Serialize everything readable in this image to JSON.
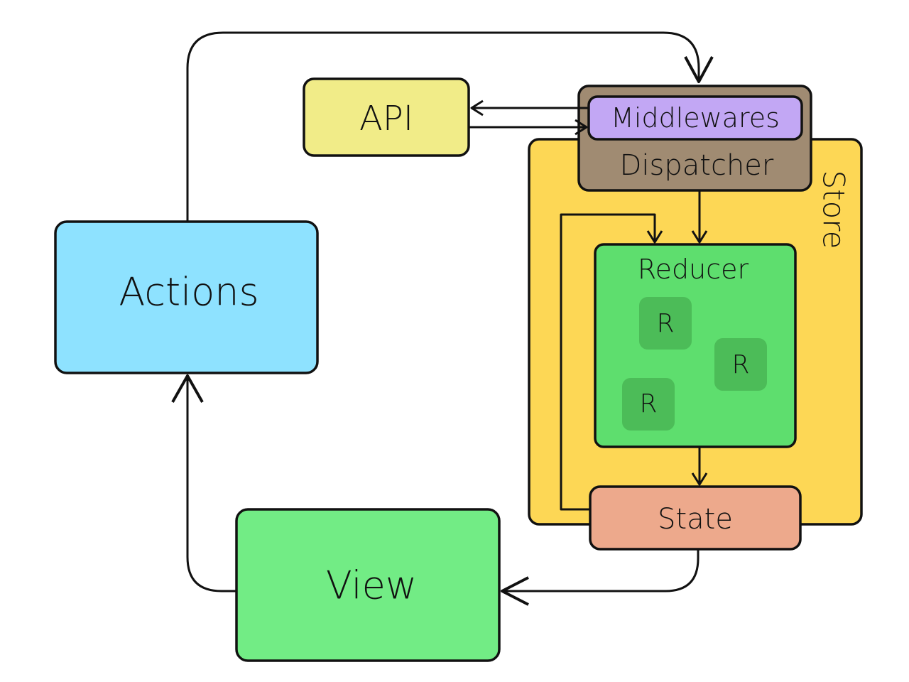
{
  "colors": {
    "actions": "#8EE2FF",
    "view": "#72EC85",
    "api": "#F1EC88",
    "store": "#FDD755",
    "dispatcher": "#A08B72",
    "middlewares": "#C2A7F4",
    "reducer": "#5EDE6E",
    "reducer_item": "#4CBC58",
    "state": "#EDA98C",
    "stroke": "#111111"
  },
  "nodes": {
    "actions": {
      "label": "Actions"
    },
    "view": {
      "label": "View"
    },
    "api": {
      "label": "API"
    },
    "store": {
      "label": "Store"
    },
    "dispatcher": {
      "label": "Dispatcher"
    },
    "middlewares": {
      "label": "Middlewares"
    },
    "reducer": {
      "label": "Reducer"
    },
    "reducer_items": [
      {
        "label": "R"
      },
      {
        "label": "R"
      },
      {
        "label": "R"
      }
    ],
    "state": {
      "label": "State"
    }
  },
  "edges": [
    {
      "from": "actions",
      "to": "dispatcher"
    },
    {
      "from": "middlewares",
      "to": "api"
    },
    {
      "from": "api",
      "to": "middlewares"
    },
    {
      "from": "dispatcher",
      "to": "reducer"
    },
    {
      "from": "state",
      "to": "reducer"
    },
    {
      "from": "reducer",
      "to": "state"
    },
    {
      "from": "state",
      "to": "view"
    },
    {
      "from": "view",
      "to": "actions"
    }
  ]
}
